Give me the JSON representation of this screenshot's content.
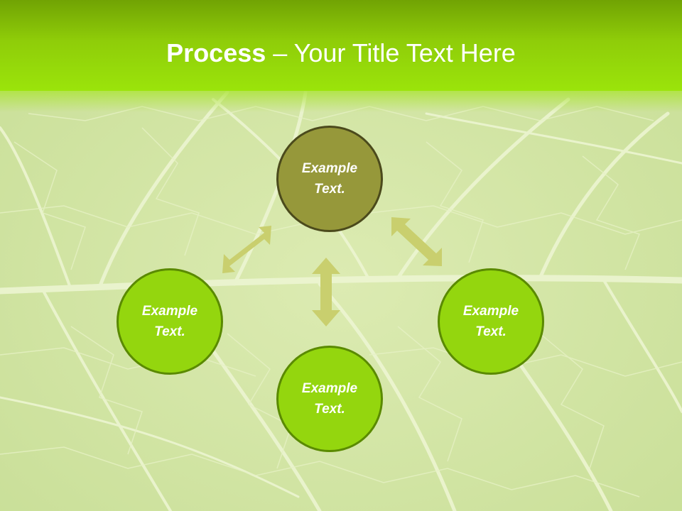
{
  "slide": {
    "title_bold": "Process",
    "title_rest": " – Your Title Text Here"
  },
  "nodes": [
    {
      "id": "top",
      "label": "Example\nText."
    },
    {
      "id": "left",
      "label": "Example\nText."
    },
    {
      "id": "right",
      "label": "Example\nText."
    },
    {
      "id": "bottom",
      "label": "Example\nText."
    }
  ],
  "colors": {
    "header": "#8fcd09",
    "top_node_fill": "#96983a",
    "node_fill": "#94d60e",
    "arrow": "#c9cf6e"
  }
}
